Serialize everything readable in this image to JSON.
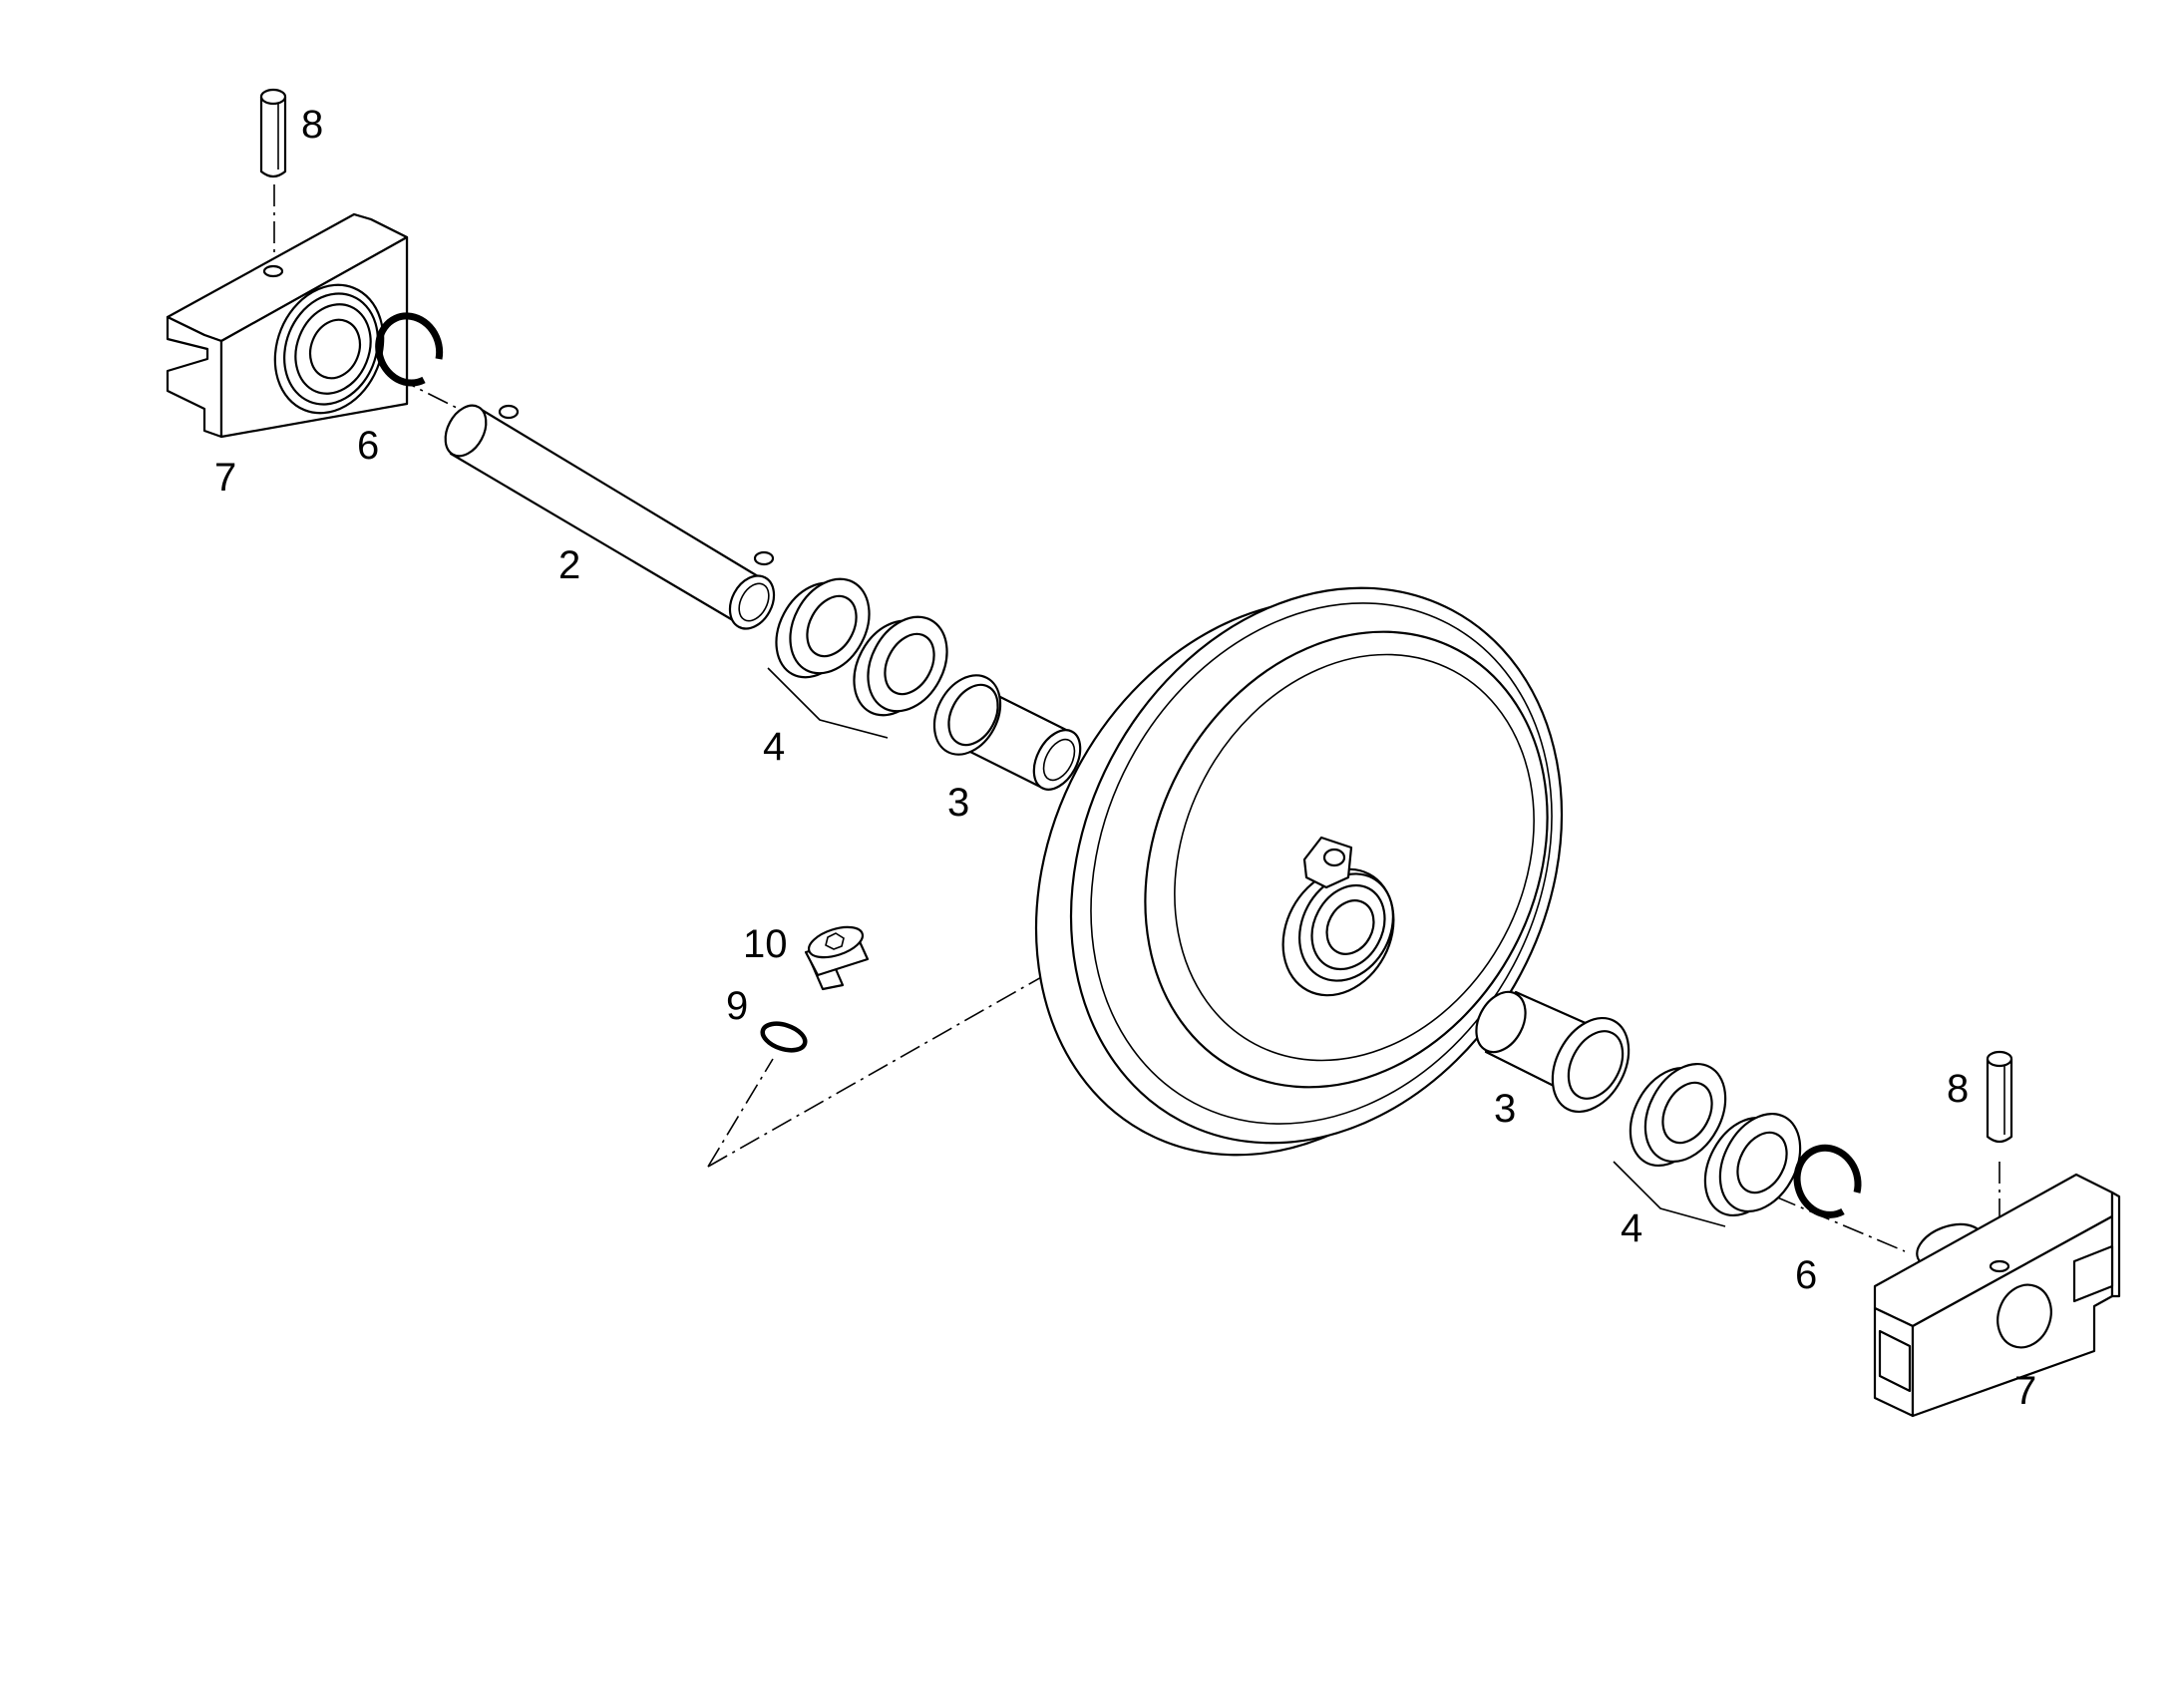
{
  "callouts": {
    "pin_left": "8",
    "bracket_left": "7",
    "ring_left": "6",
    "shaft": "2",
    "seals_left": "4",
    "bushing_left": "3",
    "plug": "10",
    "oring": "9",
    "bushing_right": "3",
    "seals_right": "4",
    "pin_right": "8",
    "ring_right": "6",
    "bracket_right": "7"
  },
  "colors": {
    "line": "#000000",
    "background": "#ffffff"
  }
}
